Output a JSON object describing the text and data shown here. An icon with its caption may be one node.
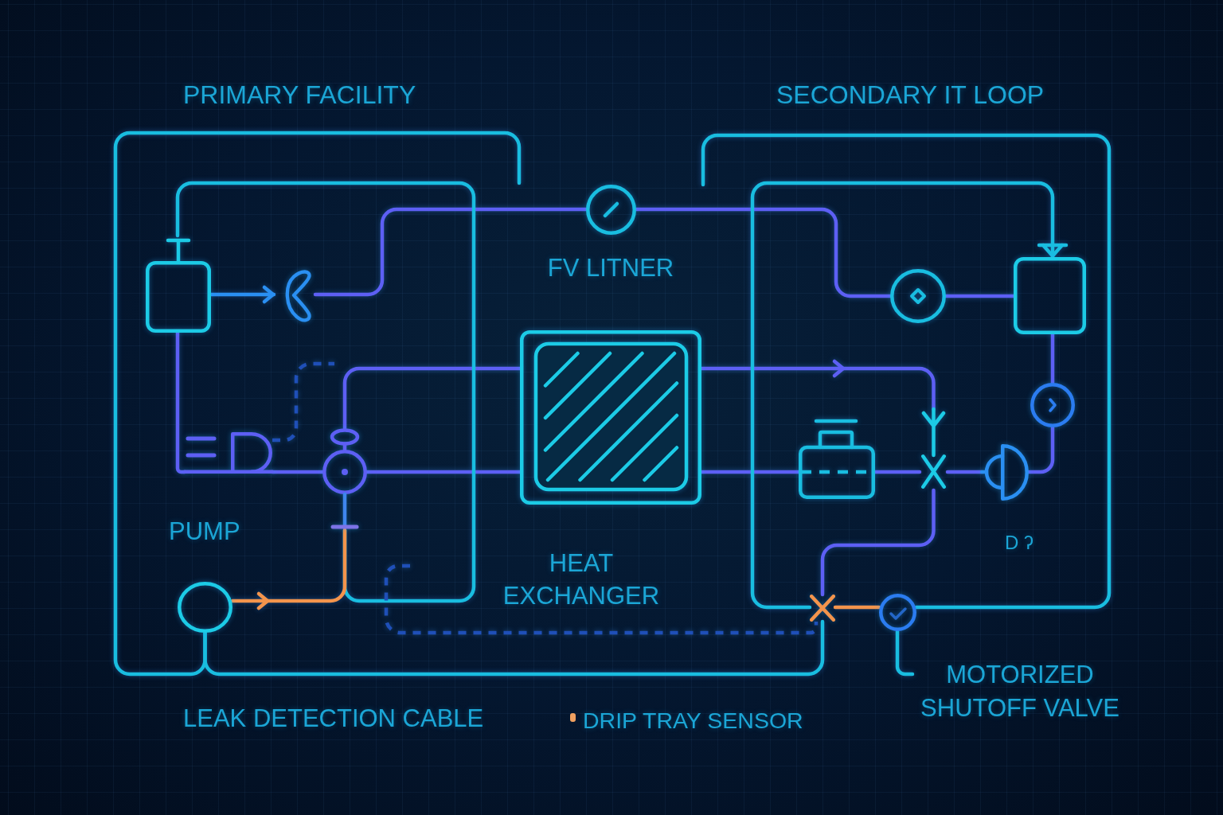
{
  "diagram": {
    "nodes": [
      {
        "text": [],
        "shape": "box"
      },
      {
        "text": [],
        "shape": "propeller"
      },
      {
        "text": [],
        "shape": "circle",
        "beside": [
          "FV LITNER"
        ]
      },
      {
        "text": [],
        "shape": "circle"
      },
      {
        "text": [],
        "shape": "box"
      },
      {
        "text": [],
        "shape": "box",
        "beside": [
          "HEAT EXCHANGER"
        ]
      },
      {
        "text": [],
        "shape": "circle"
      },
      {
        "text": [],
        "shape": "semicircle"
      },
      {
        "text": [],
        "shape": "circle"
      },
      {
        "text": [],
        "shape": "cross"
      },
      {
        "text": [],
        "shape": "briefcase"
      },
      {
        "text": [],
        "shape": "semicircle",
        "beside": [
          "D ʔ"
        ]
      },
      {
        "text": [],
        "shape": "circle",
        "beside": [
          "PUMP"
        ]
      },
      {
        "text": [],
        "shape": "cross"
      },
      {
        "text": [],
        "shape": "circle"
      },
      {
        "text": [
          "MOTORIZED SHUTOFF VALVE"
        ]
      }
    ],
    "edges": [
      {
        "from": 0,
        "to": 1,
        "arrow": "to",
        "color": "#2a8ff2"
      },
      {
        "from": 1,
        "to": 2,
        "arrow": "none"
      },
      {
        "from": 2,
        "to": 3,
        "arrow": "none"
      },
      {
        "from": 3,
        "to": 4,
        "arrow": "none"
      },
      {
        "from": 0,
        "to": 7,
        "arrow": "none"
      },
      {
        "from": 7,
        "to": 8,
        "arrow": "none"
      },
      {
        "from": 8,
        "to": 5,
        "arrow": "none"
      },
      {
        "from": 8,
        "to": 5,
        "arrow": "none"
      },
      {
        "from": 5,
        "to": 9,
        "arrow": "to"
      },
      {
        "from": 5,
        "to": 10,
        "arrow": "none"
      },
      {
        "from": 10,
        "to": 9,
        "arrow": "none"
      },
      {
        "from": 9,
        "to": 11,
        "arrow": "none"
      },
      {
        "from": 11,
        "to": 6,
        "arrow": "none"
      },
      {
        "from": 6,
        "to": 4,
        "arrow": "none"
      },
      {
        "from": 13,
        "to": 4,
        "arrow": "to",
        "color": "#19bde0"
      },
      {
        "from": 9,
        "to": 13,
        "arrow": "none"
      },
      {
        "from": 13,
        "to": 14,
        "arrow": "none",
        "color": "#f3944c"
      },
      {
        "from": 14,
        "to": null,
        "arrow": "none",
        "color": "#19bde0"
      },
      {
        "from": 0,
        "to": 8,
        "arrow": "none",
        "color": "#19bde0"
      },
      {
        "from": 12,
        "to": 8,
        "arrow": "to",
        "color": "#f3944c"
      },
      {
        "from": 12,
        "to": 13,
        "arrow": "none",
        "color": "#19bde0"
      },
      {
        "from": 12,
        "to": null,
        "arrow": "none",
        "color": "#19bde0"
      },
      {
        "from": 7,
        "to": null,
        "arrow": "none",
        "style": "dashed",
        "color": "#1f4fb8"
      },
      {
        "from": null,
        "to": 13,
        "arrow": "none",
        "style": "dashed",
        "color": "#1f4fb8"
      },
      {
        "from": 15,
        "to": 14,
        "arrow": "none",
        "color": "#19bde0"
      }
    ],
    "labels": [
      "PRIMARY FACILITY",
      "SECONDARY IT LOOP",
      "LEAK DETECTION CABLE",
      "DRIP TRAY SENSOR"
    ]
  }
}
